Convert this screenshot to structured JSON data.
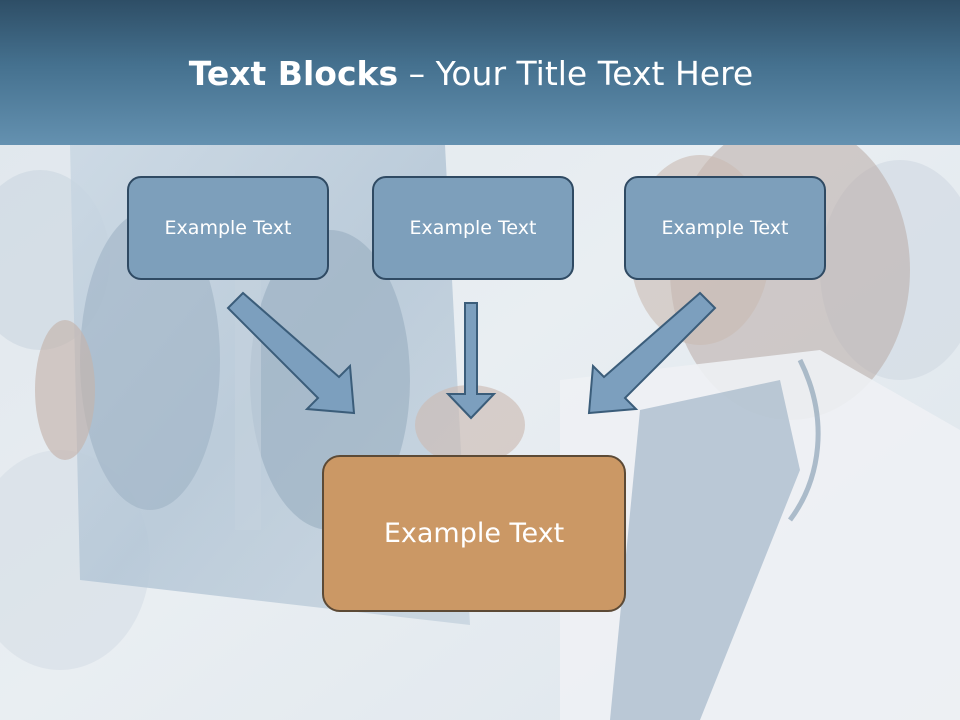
{
  "title": {
    "bold": "Text Blocks",
    "dash": " – ",
    "rest": "Your Title Text Here"
  },
  "blocks": {
    "top": [
      "Example Text",
      "Example Text",
      "Example Text"
    ],
    "bottom": "Example Text"
  },
  "colors": {
    "header": "#45718f",
    "top_box_fill": "#7d9fbb",
    "top_box_border": "#2f4a63",
    "bottom_box_fill": "#cb9865",
    "bottom_box_border": "#5c4a36",
    "arrow_fill": "#7c9fbe",
    "arrow_border": "#3b5d7a"
  },
  "background": {
    "description_icon": "doctor-xray-photo"
  }
}
